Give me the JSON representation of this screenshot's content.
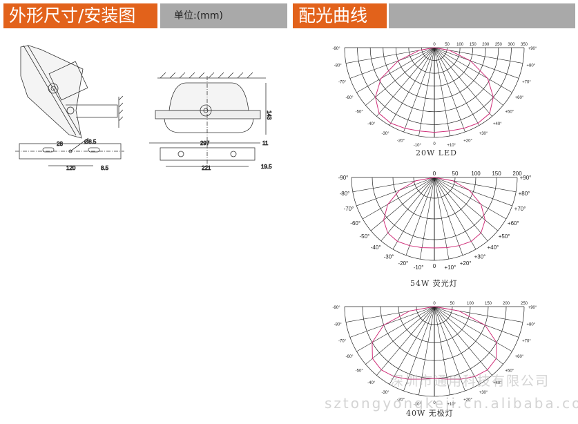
{
  "header": {
    "dimensions_title": "外形尺寸/安装图",
    "unit": "单位:(mm)",
    "light_curve_title": "配光曲线"
  },
  "dimensions": {
    "d28": "28",
    "phi": "Ø8.5",
    "d120": "120",
    "d85": "8.5",
    "d143": "143",
    "d297": "297",
    "d11": "11",
    "d221": "221",
    "d195": "19.5"
  },
  "chart_data": [
    {
      "type": "polar",
      "caption": "20W  LED",
      "radial_ticks": [
        "0",
        "50",
        "100",
        "150",
        "200",
        "250",
        "300",
        "350"
      ],
      "rmax": 350,
      "angle_labels_left": [
        "-90°",
        "-80°",
        "-70°",
        "-60°",
        "-50°",
        "-40°",
        "-30°",
        "-20°",
        "-10°"
      ],
      "angle_labels_right": [
        "+90°",
        "+80°",
        "+70°",
        "+60°",
        "+50°",
        "+40°",
        "+30°",
        "+20°",
        "+10°"
      ],
      "zero_label": "0",
      "curve": {
        "angles": [
          0,
          10,
          20,
          30,
          40,
          50,
          60,
          70,
          80,
          90
        ],
        "values": [
          330,
          330,
          335,
          340,
          335,
          300,
          240,
          150,
          60,
          0
        ],
        "color": "#d0307a"
      }
    },
    {
      "type": "polar",
      "caption": "54W  荧光灯",
      "radial_ticks": [
        "0",
        "50",
        "100",
        "150",
        "200"
      ],
      "rmax": 200,
      "angle_labels_left": [
        "-90°",
        "-80°",
        "-70°",
        "-60°",
        "-50°",
        "-40°",
        "-30°",
        "-20°",
        "-10°"
      ],
      "angle_labels_right": [
        "+90°",
        "+80°",
        "+70°",
        "+60°",
        "+50°",
        "+40°",
        "+30°",
        "+20°",
        "+10°"
      ],
      "zero_label": "0",
      "curve": {
        "angles": [
          0,
          10,
          20,
          30,
          40,
          50,
          60,
          70,
          80,
          90
        ],
        "values": [
          170,
          172,
          175,
          178,
          175,
          160,
          130,
          90,
          45,
          0
        ],
        "color": "#d0307a"
      }
    },
    {
      "type": "polar",
      "caption": "40W  无极灯",
      "radial_ticks": [
        "0",
        "50",
        "100",
        "150",
        "200",
        "250"
      ],
      "rmax": 250,
      "angle_labels_left": [
        "-90°",
        "-80°",
        "-70°",
        "-60°",
        "-50°",
        "-40°",
        "-30°",
        "-20°",
        "-10°"
      ],
      "angle_labels_right": [
        "+90°",
        "+80°",
        "+70°",
        "+60°",
        "+50°",
        "+40°",
        "+30°",
        "+20°",
        "+10°"
      ],
      "zero_label": "0",
      "curve": {
        "angles": [
          0,
          10,
          20,
          30,
          40,
          50,
          60,
          70,
          80,
          90
        ],
        "values": [
          200,
          205,
          215,
          225,
          230,
          225,
          200,
          150,
          70,
          0
        ],
        "color": "#d0307a"
      }
    }
  ],
  "watermark": {
    "company": "深圳市通用科技有限公司",
    "url": "sztongyongkeji.cn.alibaba.com"
  }
}
